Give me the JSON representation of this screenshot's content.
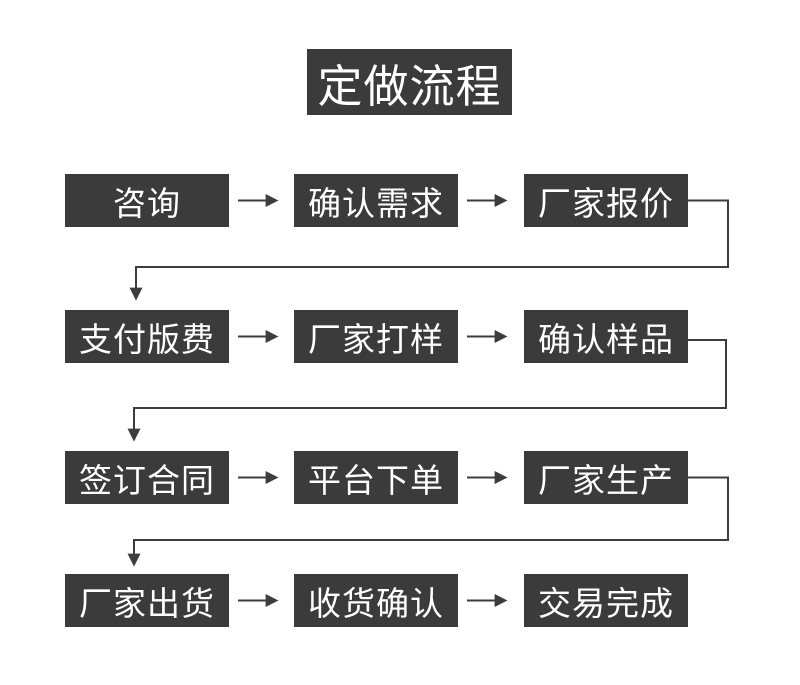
{
  "title": "定做流程",
  "rows": [
    {
      "steps": [
        "咨询",
        "确认需求",
        "厂家报价"
      ]
    },
    {
      "steps": [
        "支付版费",
        "厂家打样",
        "确认样品"
      ]
    },
    {
      "steps": [
        "签订合同",
        "平台下单",
        "厂家生产"
      ]
    },
    {
      "steps": [
        "厂家出货",
        "收货确认",
        "交易完成"
      ]
    }
  ],
  "icons": {
    "flow_arrow": "→"
  },
  "colors": {
    "box": "#3b3b3b",
    "text": "#ffffff",
    "line": "#3d3d3d",
    "background": "#ffffff"
  }
}
